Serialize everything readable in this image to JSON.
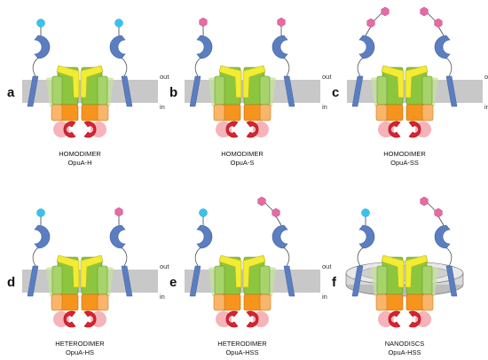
{
  "colors": {
    "membrane": "#c8c8c8",
    "sbd": "#5b7ec1",
    "tmd_yellow": "#f2ec33",
    "tmd_green": "#8cc63f",
    "nbd_orange": "#f7941d",
    "cbs_red": "#e0202e",
    "substrate_cyan": "#35c4ef",
    "substrate_pink": "#e56aa6",
    "nanodisc": "#d9d9d9"
  },
  "panels": [
    {
      "letter": "a",
      "type": "HOMODIMER",
      "name": "OpuA-H",
      "left": "H",
      "right": "H",
      "out": "out",
      "in": "in",
      "nanodisc": false
    },
    {
      "letter": "b",
      "type": "HOMODIMER",
      "name": "OpuA-S",
      "left": "S",
      "right": "S",
      "out": "out",
      "in": "in",
      "nanodisc": false
    },
    {
      "letter": "c",
      "type": "HOMODIMER",
      "name": "OpuA-SS",
      "left": "SS",
      "right": "SS",
      "out": "out",
      "in": "in",
      "nanodisc": false
    },
    {
      "letter": "d",
      "type": "HETERODIMER",
      "name": "OpuA-HS",
      "left": "H",
      "right": "S",
      "out": "out",
      "in": "in",
      "nanodisc": false
    },
    {
      "letter": "e",
      "type": "HETERODIMER",
      "name": "OpuA-HSS",
      "left": "H",
      "right": "SS",
      "out": "out",
      "in": "in",
      "nanodisc": false
    },
    {
      "letter": "f",
      "type": "NANODISCS",
      "name": "OpuA-HSS",
      "left": "H",
      "right": "SS",
      "out": "",
      "in": "",
      "nanodisc": true
    }
  ]
}
